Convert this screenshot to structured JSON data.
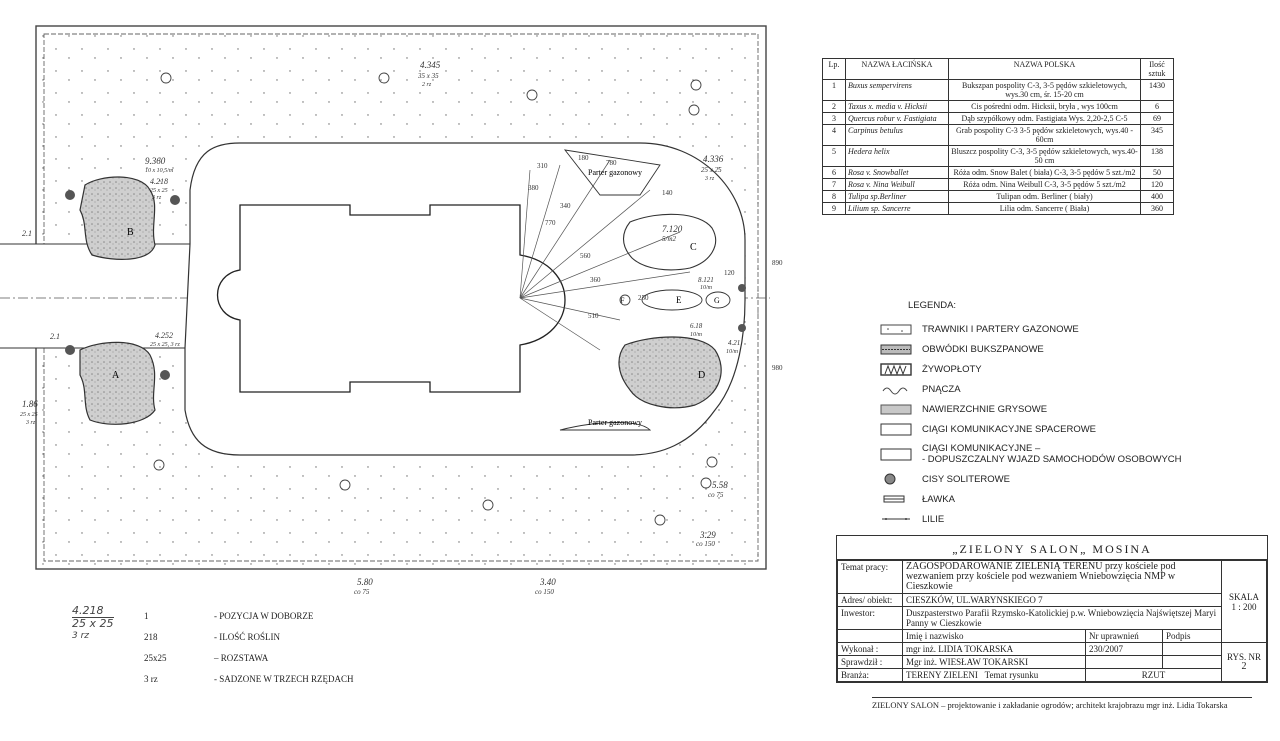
{
  "plan": {
    "parter_top": "Parter gazonowy",
    "parter_bottom": "Parter gazonowy",
    "bed_labels": [
      "A",
      "B",
      "C",
      "D",
      "E",
      "F",
      "G"
    ],
    "annotations": {
      "a1": [
        "4.345",
        "35 x 35",
        "2 rz"
      ],
      "a2": [
        "9.360",
        "10 x 10,5/m",
        ""
      ],
      "a3": [
        "4.218",
        "25 x 25",
        "3 rz"
      ],
      "a4": [
        "4.336",
        "25 x 25",
        "3 rz"
      ],
      "a5": [
        "7.120",
        "5/m2",
        ""
      ],
      "a6": [
        "4.252",
        "25 x 25, 3 rz",
        ""
      ],
      "a7": [
        "1.86",
        "25 x 25",
        "3 rz"
      ],
      "a8": [
        "5.58",
        "co 75",
        ""
      ],
      "a9": [
        "3.29",
        "co 150",
        ""
      ],
      "a10": [
        "5.80",
        "co 75",
        ""
      ],
      "a11": [
        "3.40",
        "co 150",
        ""
      ],
      "a12": [
        "2.1",
        "",
        ""
      ],
      "a13": [
        "2.1",
        "",
        ""
      ],
      "a14": [
        "8.121",
        "10/m",
        ""
      ],
      "a15": [
        "6.18",
        "10/m",
        ""
      ],
      "a16": [
        "4.21",
        "10/m",
        ""
      ]
    },
    "dims": [
      "310",
      "780",
      "180",
      "380",
      "340",
      "770",
      "560",
      "250",
      "510",
      "890",
      "980",
      "360",
      "140",
      "120"
    ]
  },
  "table": {
    "headers": [
      "Lp.",
      "NAZWA ŁACIŃSKA",
      "NAZWA POLSKA",
      "Ilość sztuk"
    ],
    "rows": [
      {
        "lp": "1",
        "lat": "Buxus sempervirens",
        "pl": "Bukszpan pospolity C-3, 3-5 pędów szkieletowych, wys.30 cm, śr. 15-20 cm",
        "qty": "1430"
      },
      {
        "lp": "2",
        "lat": "Taxus x. media v. Hicksii",
        "pl": "Cis pośredni odm. Hicksii, bryła , wys 100cm",
        "qty": "6"
      },
      {
        "lp": "3",
        "lat": "Quercus robur v. Fastigiata",
        "pl": "Dąb szypółkowy odm. Fastigiata Wys. 2,20-2,5 C-5",
        "qty": "69"
      },
      {
        "lp": "4",
        "lat": "Carpinus betulus",
        "pl": "Grab pospolity C-3 3-5 pędów szkieletowych, wys.40 - 60cm",
        "qty": "345"
      },
      {
        "lp": "5",
        "lat": "Hedera helix",
        "pl": "Bluszcz pospolity C-3, 3-5 pędów szkieletowych, wys.40-50 cm",
        "qty": "138"
      },
      {
        "lp": "6",
        "lat": "Rosa v. Snowballet",
        "pl": "Róża odm. Snow Balet ( biała) C-3, 3-5 pędów 5 szt./m2",
        "qty": "50"
      },
      {
        "lp": "7",
        "lat": "Rosa v. Nina Weibull",
        "pl": "Róża odm. Nina Weibull C-3, 3-5 pędów 5 szt./m2",
        "qty": "120"
      },
      {
        "lp": "8",
        "lat": "Tulipa sp.Berliner",
        "pl": "Tulipan odm. Berliner ( biały)",
        "qty": "400"
      },
      {
        "lp": "9",
        "lat": "Lilium sp. Sancerre",
        "pl": "Lilia odm. Sancerre ( Biała)",
        "qty": "360"
      }
    ]
  },
  "legend": {
    "title": "LEGENDA:",
    "items": [
      "TRAWNIKI I PARTERY GAZONOWE",
      "OBWÓDKI BUKSZPANOWE",
      "ŻYWOPŁOTY",
      "PNĄCZA",
      "NAWIERZCHNIE GRYSOWE",
      "CIĄGI KOMUNIKACYJNE SPACEROWE",
      "CIĄGI KOMUNIKACYJNE –",
      "CISY SOLITEROWE",
      "ŁAWKA",
      "LILIE"
    ],
    "item7_line2": "- DOPUSZCZALNY WJAZD SAMOCHODÓW OSOBOWYCH"
  },
  "title_block": {
    "firm": "„ZIELONY SALON„ MOSINA",
    "temat_label": "Temat pracy:",
    "temat": "ZAGOSPODAROWANIE ZIELENIĄ TERENU przy kościele pod wezwaniem przy kościele pod wezwaniem Wniebowzięcia NMP w Cieszkowie",
    "adres_label": "Adres/ obiekt:",
    "adres": "CIESZKÓW, UL.WARYNSKIEGO 7",
    "inwestor_label": "Inwestor:",
    "inwestor": "Duszpasterstwo Parafii Rzymsko-Katolickiej p.w. Wniebowzięcia Najświętszej Maryi Panny w Cieszkowie",
    "imie_label": "Imię i nazwisko",
    "nr_label": "Nr uprawnień",
    "podpis_label": "Podpis",
    "wykonal_label": "Wykonał :",
    "wykonal": "mgr inż. LIDIA TOKARSKA",
    "nr": "230/2007",
    "sprawdzil_label": "Sprawdził :",
    "sprawdzil": "Mgr inż. WIESŁAW TOKARSKI",
    "branza_label": "Branża:",
    "branza": "TERENY ZIELENI",
    "temat_rys_label": "Temat rysunku",
    "temat_rys": "RZUT",
    "skala_label": "SKALA",
    "skala": "1 : 200",
    "rys_label": "RYS. NR",
    "rys": "2"
  },
  "footer": "ZIELONY SALON – projektowanie i zakładanie ogrodów; architekt krajobrazu mgr inż. Lidia Tokarska",
  "key": {
    "sample": [
      "4.218",
      "25 x 25",
      "3 rz"
    ],
    "rows": [
      {
        "k": "1",
        "v": "- POZYCJA W DOBORZE"
      },
      {
        "k": "218",
        "v": "- ILOŚĆ ROŚLIN"
      },
      {
        "k": "25x25",
        "v": "– ROZSTAWA"
      },
      {
        "k": "3 rz",
        "v": "- SADZONE W TRZECH RZĘDACH"
      }
    ]
  }
}
